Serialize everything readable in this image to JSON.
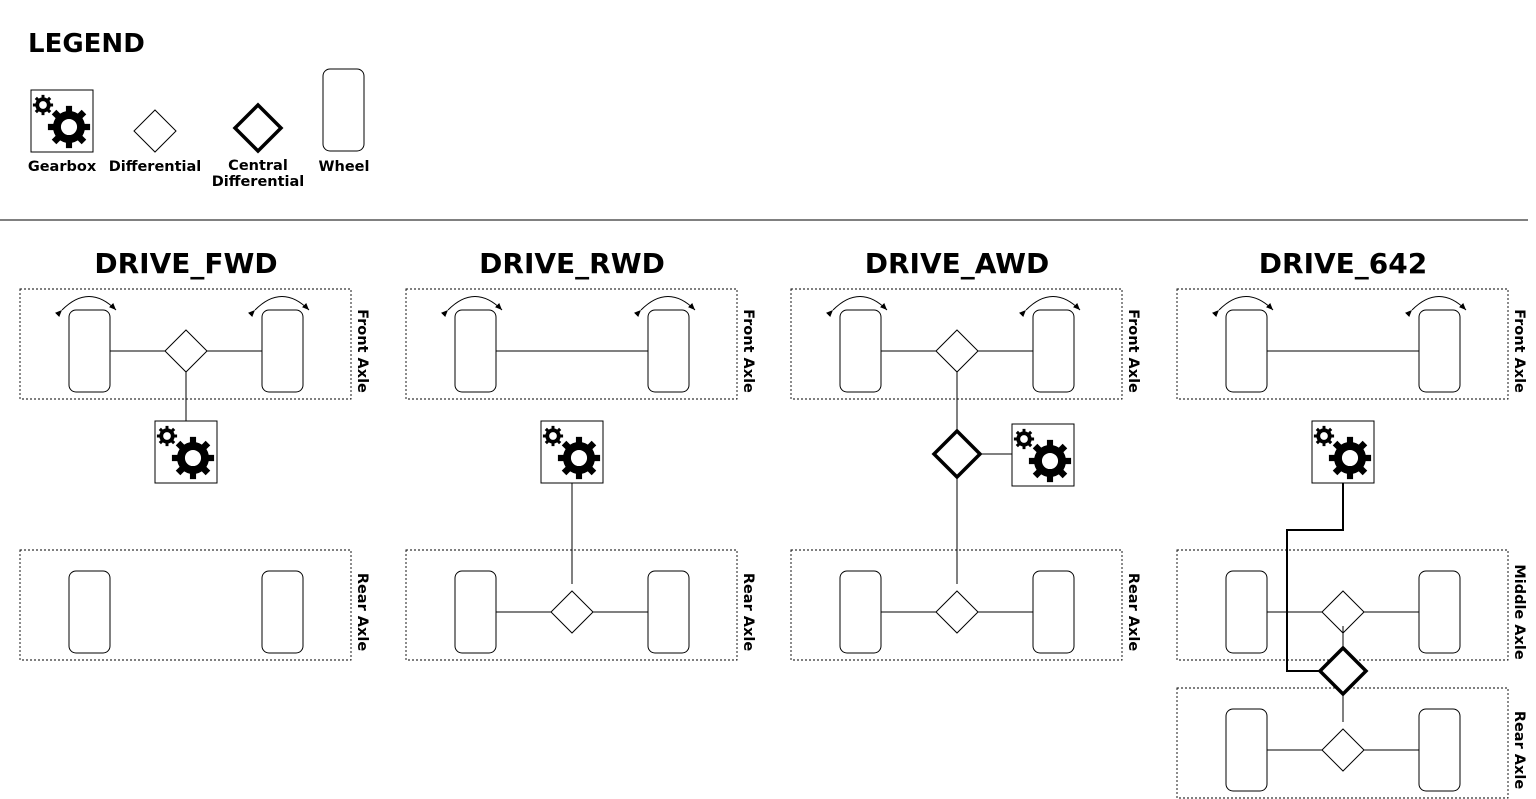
{
  "legend": {
    "title": "LEGEND",
    "items": [
      {
        "key": "gearbox",
        "label_lines": [
          "Gearbox"
        ]
      },
      {
        "key": "differential",
        "label_lines": [
          "Differential"
        ]
      },
      {
        "key": "central",
        "label_lines": [
          "Central",
          "Differential"
        ]
      },
      {
        "key": "wheel",
        "label_lines": [
          "Wheel"
        ]
      }
    ]
  },
  "diagrams": [
    {
      "title": "DRIVE_FWD",
      "axles": [
        {
          "label": "Front Axle",
          "steering": true,
          "differential": true
        },
        {
          "label": "Rear Axle",
          "steering": false,
          "differential": false
        }
      ],
      "gearbox_feeds": "Front Axle",
      "central_differential": false
    },
    {
      "title": "DRIVE_RWD",
      "axles": [
        {
          "label": "Front Axle",
          "steering": true,
          "differential": false
        },
        {
          "label": "Rear Axle",
          "steering": false,
          "differential": true
        }
      ],
      "gearbox_feeds": "Rear Axle",
      "central_differential": false
    },
    {
      "title": "DRIVE_AWD",
      "axles": [
        {
          "label": "Front Axle",
          "steering": true,
          "differential": true
        },
        {
          "label": "Rear Axle",
          "steering": false,
          "differential": true
        }
      ],
      "gearbox_feeds": "central differential",
      "central_differential": true
    },
    {
      "title": "DRIVE_642",
      "axles": [
        {
          "label": "Front Axle",
          "steering": true,
          "differential": false
        },
        {
          "label": "Middle Axle",
          "steering": false,
          "differential": true
        },
        {
          "label": "Rear Axle",
          "steering": false,
          "differential": true
        }
      ],
      "gearbox_feeds": "central differential",
      "central_differential": true
    }
  ]
}
